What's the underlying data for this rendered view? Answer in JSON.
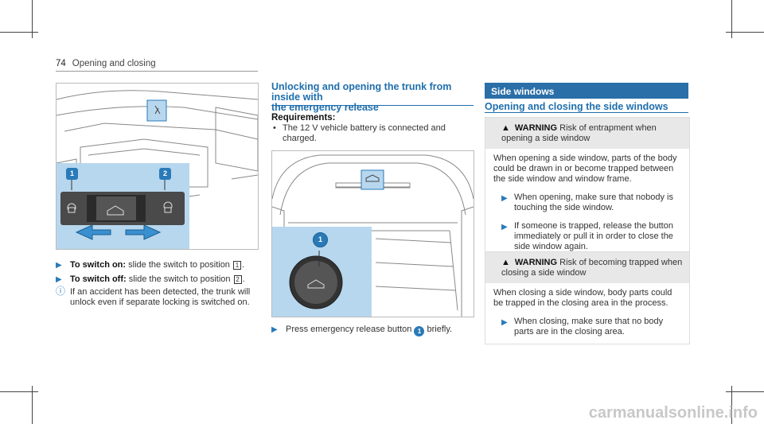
{
  "header": {
    "page_number": "74",
    "section": "Opening and closing"
  },
  "col1": {
    "steps": [
      {
        "bold": "To switch on:",
        "text": "slide the switch to position",
        "num": "1"
      },
      {
        "bold": "To switch off:",
        "text": "slide the switch to position",
        "num": "2"
      }
    ],
    "note": "If an accident has been detected, the trunk will unlock even if separate locking is switched on.",
    "figure": {
      "callouts": [
        "1",
        "2"
      ]
    }
  },
  "col2": {
    "title_line1": "Unlocking and opening the trunk from inside with",
    "title_line2": "the emergency release",
    "requirements_title": "Requirements:",
    "requirement": "The 12 V vehicle battery is connected and charged.",
    "figure": {
      "callout": "1"
    },
    "step_before": "Press emergency release button",
    "step_num": "1",
    "step_after": "briefly."
  },
  "col3": {
    "band_title": "Side windows",
    "subtitle": "Opening and closing the side windows",
    "warnings": [
      {
        "label": "WARNING",
        "head_text": "Risk of entrapment when opening a side window",
        "body": "When opening a side window, parts of the body could be drawn in or become trapped between the side window and window frame.",
        "steps": [
          "When opening, make sure that nobody is touching the side window.",
          "If someone is trapped, release the button immediately or pull it in order to close the side window again."
        ]
      },
      {
        "label": "WARNING",
        "head_text": "Risk of becoming trapped when closing a side window",
        "body": "When closing a side window, body parts could be trapped in the closing area in the process.",
        "steps": [
          "When closing, make sure that no body parts are in the closing area."
        ]
      }
    ]
  },
  "watermark": "carmanualsonline.info",
  "colors": {
    "accent": "#2a7ab8",
    "band": "#2a6fa8"
  }
}
